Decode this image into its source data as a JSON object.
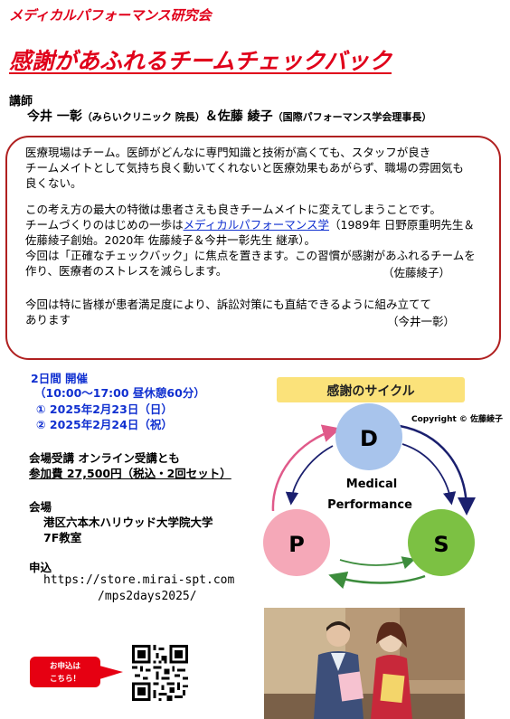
{
  "header": {
    "org": "メディカルパフォーマンス研究会",
    "title": "感謝があふれるチームチェックバック"
  },
  "lecturers": {
    "label": "講師",
    "name1": "今井 一彰",
    "aff1": "（みらいクリニック 院長）",
    "amp": "＆",
    "name2": "佐藤 綾子",
    "aff2": "（国際パフォーマンス学会理事長）"
  },
  "intro": {
    "p1_l1": "医療現場はチーム。医師がどんなに専門知識と技術が高くても、スタッフが良き",
    "p1_l2": "チームメイトとして気持ち良く動いてくれないと医療効果もあがらず、職場の雰囲気も",
    "p1_l3": "良くない。",
    "p2_l1": "この考え方の最大の特徴は患者さえも良きチームメイトに変えてしまうことです。",
    "p2_l2a": "チームづくりのはじめの一歩は",
    "p2_l2b": "メディカルパフォーマンス学",
    "p2_l2c": "（1989年 日野原重明先生＆",
    "p2_l3": "佐藤綾子創始。2020年 佐藤綾子＆今井一彰先生 継承）。",
    "p2_l4": "今回は「正確なチェックバック」に焦点を置きます。この習慣が感謝があふれるチームを",
    "p2_l5": "作り、医療者のストレスを減らします。",
    "p2_sign": "（佐藤綾子）",
    "p3_l1": "今回は特に皆様が患者満足度により、訴訟対策にも直結できるように組み立てて",
    "p3_l2": "あります",
    "p3_sign": "（今井一彰）"
  },
  "schedule": {
    "days": "2日間 開催",
    "time": "（10:00～17:00 昼休憩60分）",
    "date1": "① 2025年2月23日（日）",
    "date2": "② 2025年2月24日（祝）"
  },
  "format": {
    "mode": "会場受講 オンライン受講とも",
    "fee": "参加費 27,500円（税込・2回セット）"
  },
  "venue": {
    "label": "会場",
    "line1": "港区六本木ハリウッド大学院大学",
    "line2": "7F教室"
  },
  "apply": {
    "label": "申込",
    "url1": "https://store.mirai-spt.com",
    "url2": "/mps2days2025/",
    "button_l1": "お申込は",
    "button_l2": "こちら！",
    "qr_icon": "qr-code-icon"
  },
  "cycle": {
    "title": "感謝のサイクル",
    "copyright": "Copyright © 佐藤綾子",
    "center_l1": "Medical",
    "center_l2": "Performance",
    "nodes": [
      "D",
      "S",
      "P"
    ],
    "colors": {
      "D": "#a8c4ec",
      "S": "#7cc143",
      "P": "#f5a8b8",
      "banner": "#fbe27a"
    }
  },
  "photo": {
    "icon": "lecturers-photo"
  },
  "colors": {
    "accent": "#e0001a",
    "blue": "#1030d0",
    "box_border": "#b02020"
  }
}
